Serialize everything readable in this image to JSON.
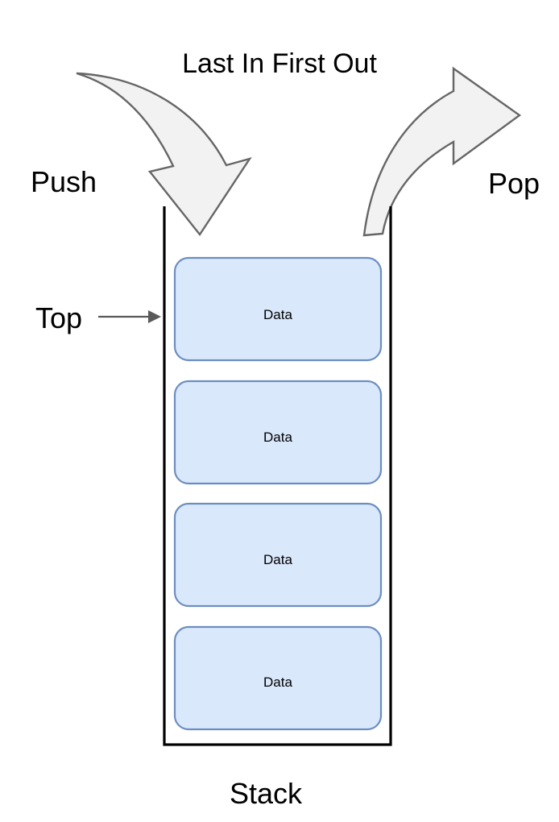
{
  "diagram": {
    "title": "Last In First Out",
    "container_label": "Stack",
    "pointer_label": "Top",
    "operations": {
      "push_label": "Push",
      "pop_label": "Pop"
    },
    "icons": {
      "push_arrow": "curved-down-arrow-icon",
      "pop_arrow": "curved-right-arrow-icon",
      "top_pointer_arrow": "right-arrow-icon"
    },
    "cells": [
      {
        "label": "Data"
      },
      {
        "label": "Data"
      },
      {
        "label": "Data"
      },
      {
        "label": "Data"
      }
    ],
    "colors": {
      "cell_fill": "#dae8fc",
      "cell_stroke": "#6c8ebf",
      "arrow_fill": "#f2f2f2",
      "arrow_stroke": "#666666",
      "wall_stroke": "#000000",
      "pointer_stroke": "#595959",
      "text": "#000000",
      "background": "#ffffff"
    }
  }
}
